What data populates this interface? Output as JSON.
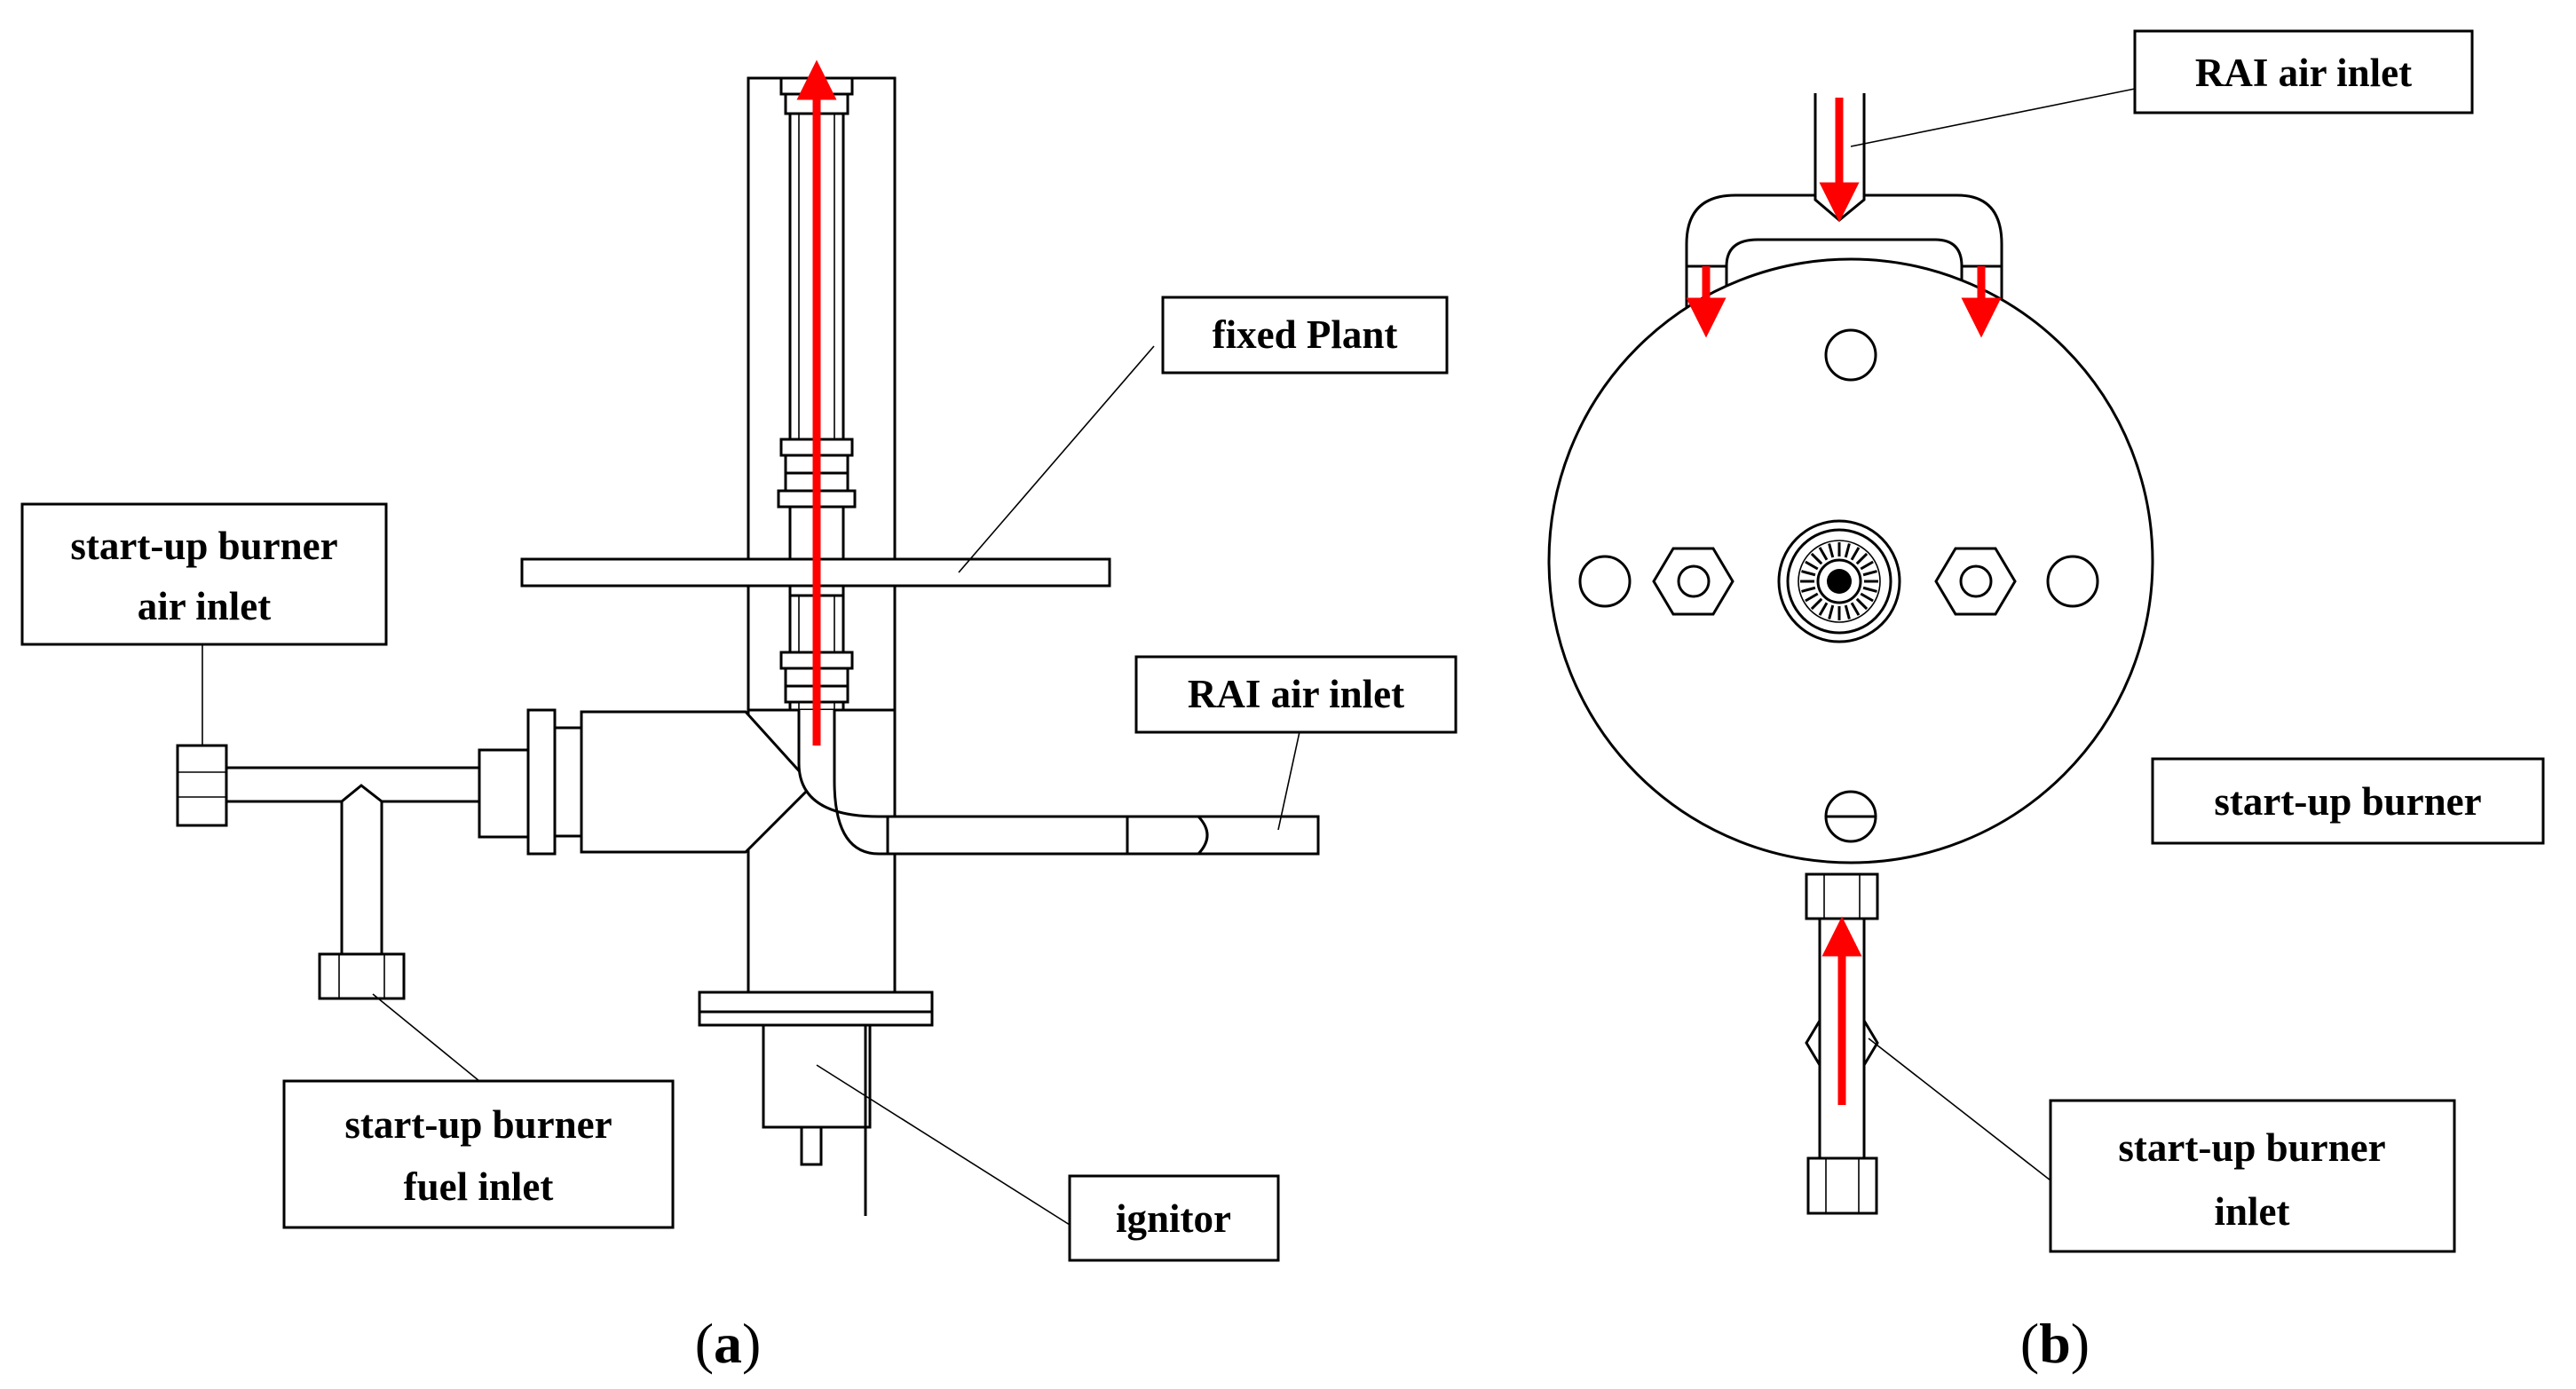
{
  "panels": {
    "a": {
      "caption": {
        "open": "(",
        "letter": "a",
        "close": ")"
      },
      "labels": {
        "fixed_plant": "fixed Plant",
        "startup_air": [
          "start-up burner",
          "air inlet"
        ],
        "rai_air": "RAI air inlet",
        "startup_fuel": [
          "start-up burner",
          "fuel inlet"
        ],
        "ignitor": "ignitor"
      }
    },
    "b": {
      "caption": {
        "open": "(",
        "letter": "b",
        "close": ")"
      },
      "labels": {
        "rai_air": "RAI air inlet",
        "startup_burner": "start-up burner",
        "startup_inlet": [
          "start-up burner",
          "inlet"
        ]
      }
    }
  },
  "colors": {
    "flow_arrow": "#ff0000",
    "line": "#000000",
    "background": "#ffffff"
  }
}
